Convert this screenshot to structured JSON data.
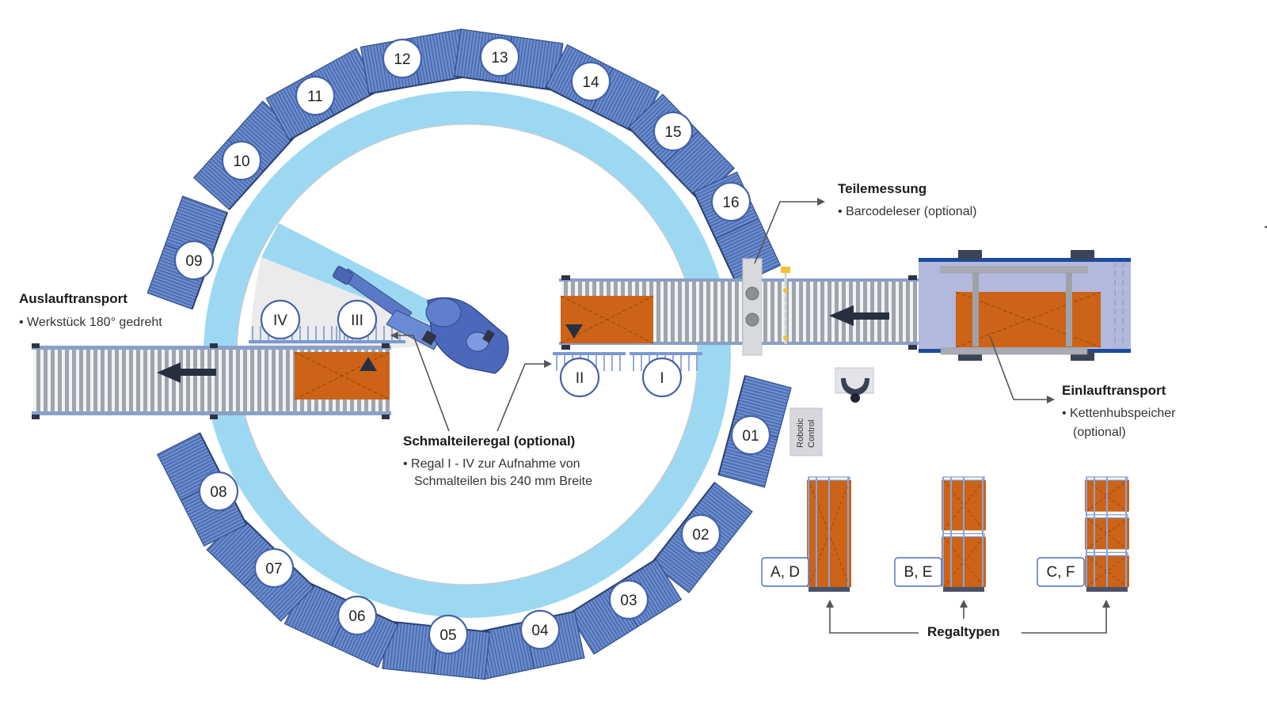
{
  "diagram": {
    "colors": {
      "ring": "#9dd8f2",
      "shelf": "#5b7fc4",
      "shelf_dark": "#3a5a9c",
      "badge_stroke": "#4462a8",
      "workpiece": "#cc6316",
      "roller": "#a0a4ad",
      "arrow": "#272f40",
      "leader": "#555555",
      "robot": "#4f6fc0",
      "control": "#d6d8dd"
    },
    "storage_shelves": [
      {
        "id": "01"
      },
      {
        "id": "02"
      },
      {
        "id": "03"
      },
      {
        "id": "04"
      },
      {
        "id": "05"
      },
      {
        "id": "06"
      },
      {
        "id": "07"
      },
      {
        "id": "08"
      },
      {
        "id": "09"
      },
      {
        "id": "10"
      },
      {
        "id": "11"
      },
      {
        "id": "12"
      },
      {
        "id": "13"
      },
      {
        "id": "14"
      },
      {
        "id": "15"
      },
      {
        "id": "16"
      }
    ],
    "narrow_part_racks": [
      "I",
      "II",
      "III",
      "IV"
    ],
    "robot_control_label": [
      "Robotic",
      "Control"
    ],
    "labels": {
      "auslauf": {
        "title": "Auslauftransport",
        "bullet": "• Werkstück 180° gedreht"
      },
      "teilemessung": {
        "title": "Teilemessung",
        "bullet": "• Barcodeleser (optional)"
      },
      "einlauf": {
        "title": "Einlauftransport",
        "bullet_line1": "• Kettenhubspeicher",
        "bullet_line2": "(optional)"
      },
      "schmalteile": {
        "title": "Schmalteileregal (optional)",
        "bullet_line1": "• Regal I - IV zur Aufnahme von",
        "bullet_line2": "Schmalteilen bis 240 mm Breite"
      },
      "regaltypen": {
        "title": "Regaltypen",
        "types": [
          {
            "label": "A, D",
            "levels": 1
          },
          {
            "label": "B, E",
            "levels": 2
          },
          {
            "label": "C, F",
            "levels": 3
          }
        ]
      }
    }
  }
}
